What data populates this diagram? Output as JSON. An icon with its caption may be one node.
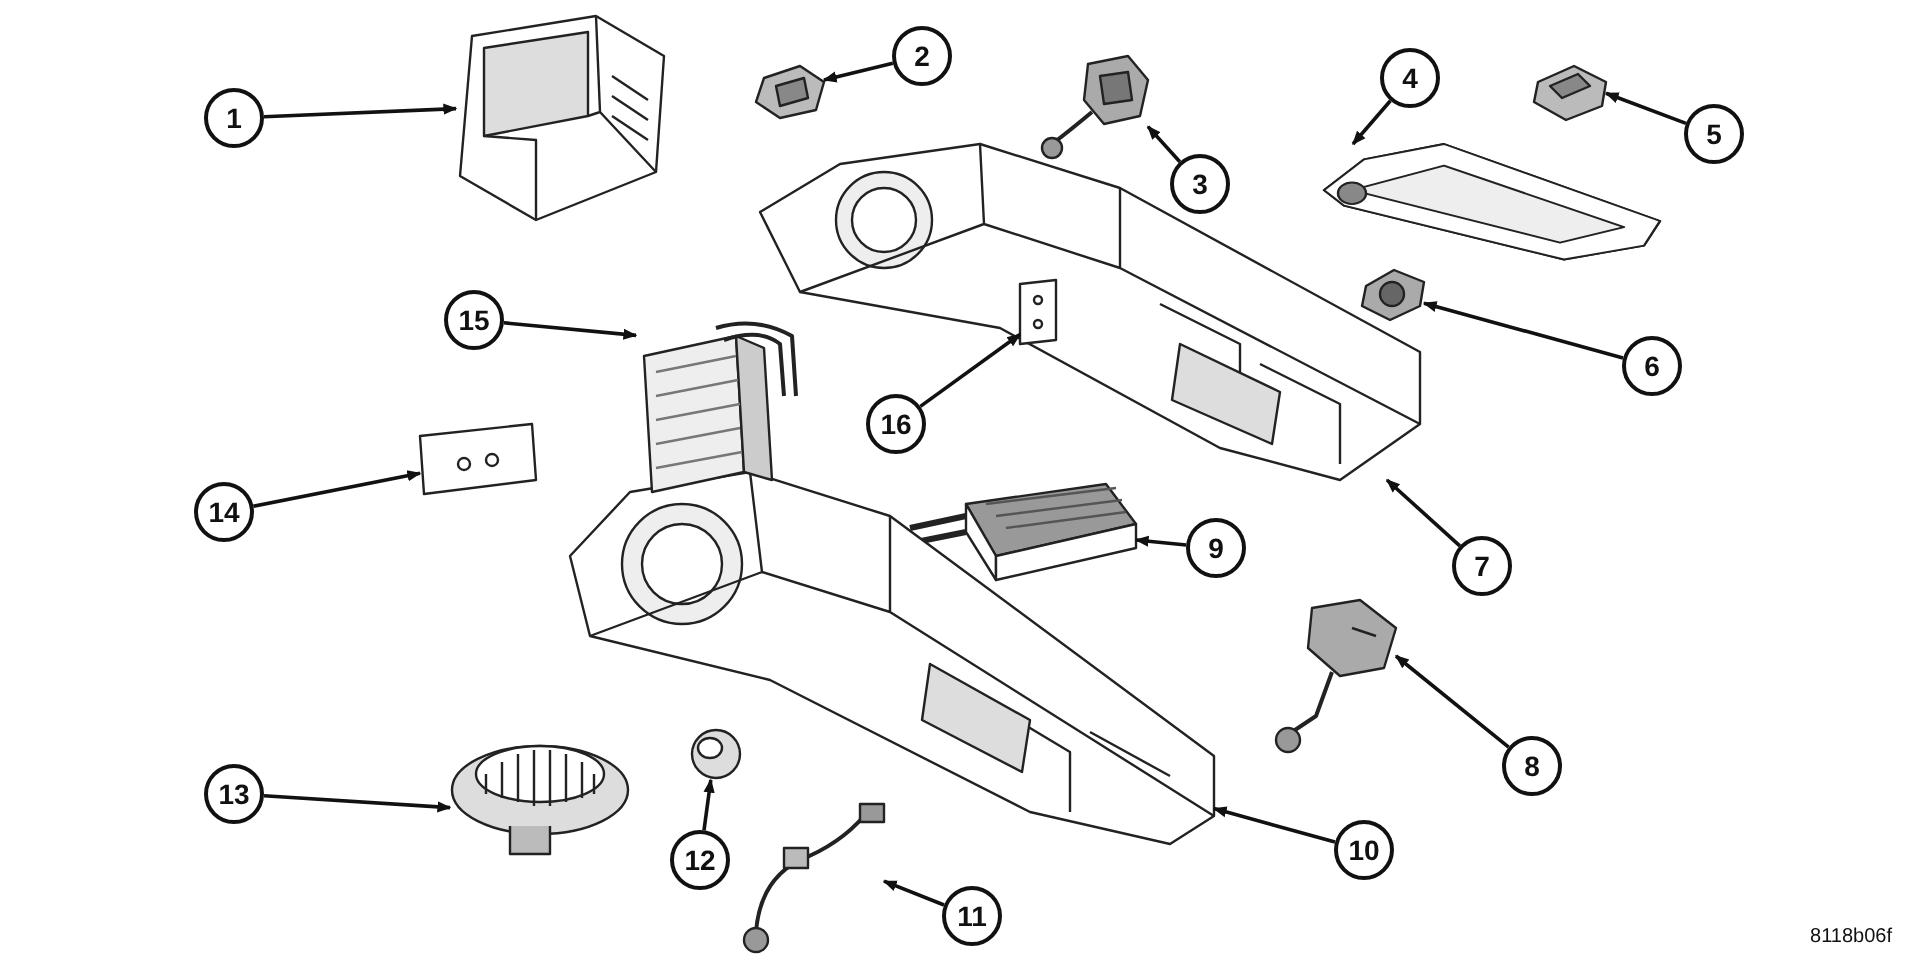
{
  "diagram": {
    "nodes": [
      {
        "text": [
          "1"
        ]
      },
      {
        "text": [
          "2"
        ]
      },
      {
        "text": [
          "3"
        ]
      },
      {
        "text": [
          "4"
        ]
      },
      {
        "text": [
          "5"
        ]
      },
      {
        "text": [
          "6"
        ]
      },
      {
        "text": [
          "7"
        ]
      },
      {
        "text": [
          "8"
        ]
      },
      {
        "text": [
          "9"
        ]
      },
      {
        "text": [
          "10"
        ]
      },
      {
        "text": [
          "11"
        ]
      },
      {
        "text": [
          "12"
        ]
      },
      {
        "text": [
          "13"
        ]
      },
      {
        "text": [
          "14"
        ]
      },
      {
        "text": [
          "15"
        ]
      },
      {
        "text": [
          "16"
        ]
      },
      {
        "text": [],
        "shape": "picture"
      },
      {
        "text": [],
        "shape": "picture"
      },
      {
        "text": [],
        "shape": "picture"
      },
      {
        "text": [],
        "shape": "picture"
      },
      {
        "text": [],
        "shape": "picture"
      },
      {
        "text": [],
        "shape": "picture"
      },
      {
        "text": [],
        "shape": "picture"
      },
      {
        "text": [],
        "shape": "picture"
      },
      {
        "text": [],
        "shape": "picture"
      },
      {
        "text": [],
        "shape": "picture"
      },
      {
        "text": [],
        "shape": "picture"
      },
      {
        "text": [],
        "shape": "picture"
      },
      {
        "text": [],
        "shape": "picture"
      },
      {
        "text": [],
        "shape": "picture"
      },
      {
        "text": [],
        "shape": "picture"
      },
      {
        "text": [],
        "shape": "picture",
        "in": 22
      }
    ],
    "edges": [
      {
        "from": 0,
        "to": 16,
        "arrow": "to"
      },
      {
        "from": 1,
        "to": 17,
        "arrow": "to"
      },
      {
        "from": 2,
        "to": 18,
        "arrow": "to"
      },
      {
        "from": 3,
        "to": 19,
        "arrow": "to"
      },
      {
        "from": 4,
        "to": 20,
        "arrow": "to"
      },
      {
        "from": 5,
        "to": 21,
        "arrow": "to"
      },
      {
        "from": 6,
        "to": 22,
        "arrow": "to"
      },
      {
        "from": 7,
        "to": 23,
        "arrow": "to"
      },
      {
        "from": 8,
        "to": 24,
        "arrow": "to"
      },
      {
        "from": 9,
        "to": 25,
        "arrow": "to"
      },
      {
        "from": 10,
        "to": 26,
        "arrow": "to"
      },
      {
        "from": 11,
        "to": 27,
        "arrow": "to"
      },
      {
        "from": 12,
        "to": 28,
        "arrow": "to"
      },
      {
        "from": 13,
        "to": 29,
        "arrow": "to"
      },
      {
        "from": 14,
        "to": 30,
        "arrow": "to"
      },
      {
        "from": 15,
        "to": 31,
        "arrow": "to"
      }
    ],
    "labels": [
      "8118b06f"
    ]
  }
}
